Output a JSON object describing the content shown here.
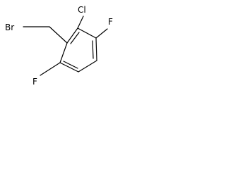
{
  "molecule": {
    "atoms": {
      "br": "Br",
      "cl": "Cl",
      "f_right": "F",
      "f_left": "F"
    }
  }
}
